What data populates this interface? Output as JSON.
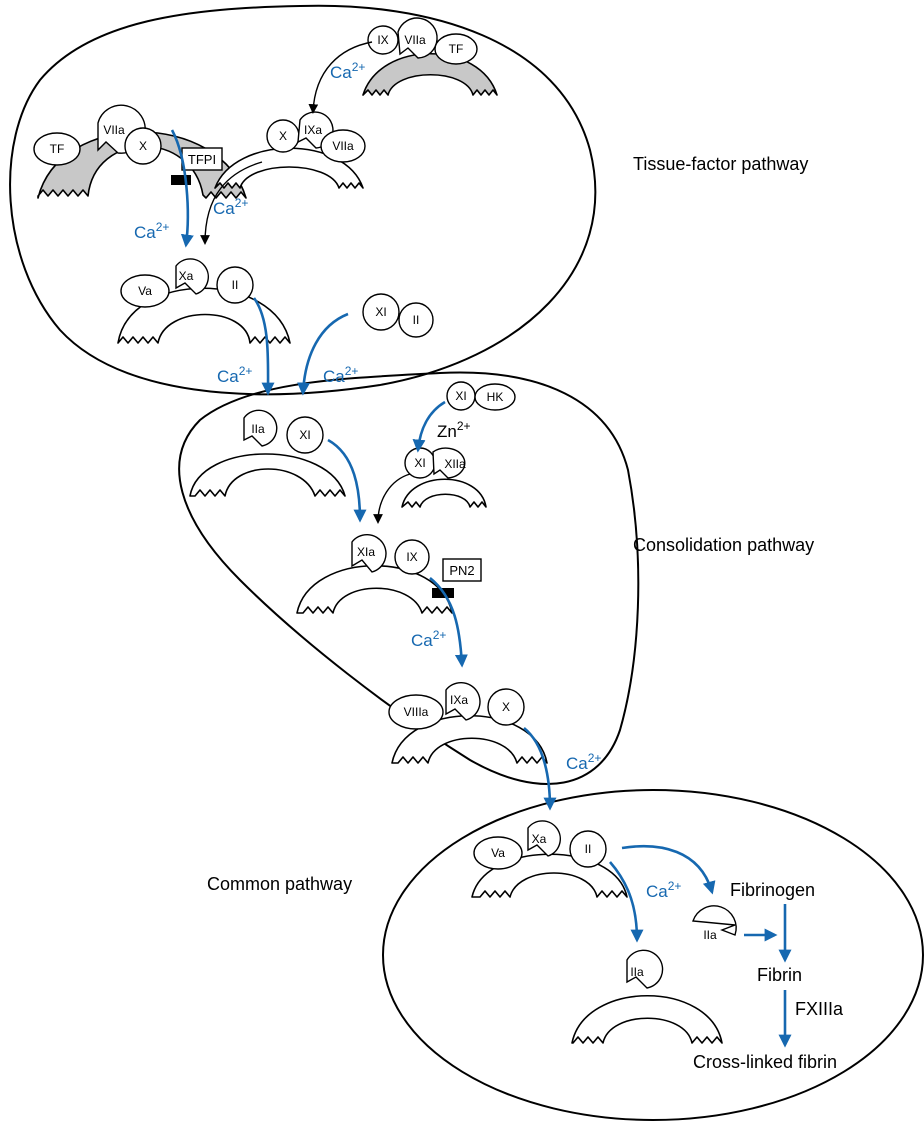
{
  "regions": {
    "tissue_factor": "Tissue-factor pathway",
    "consolidation": "Consolidation pathway",
    "common": "Common pathway"
  },
  "factors": {
    "TF": "TF",
    "VIIa": "VIIa",
    "X": "X",
    "IX": "IX",
    "IXa": "IXa",
    "Xa": "Xa",
    "Va": "Va",
    "II": "II",
    "XI": "XI",
    "IIa": "IIa",
    "HK": "HK",
    "XIa": "XIa",
    "XIIa": "XIIa",
    "VIIIa": "VIIIa"
  },
  "inhibitors": {
    "tfpi": "TFPI",
    "pn2": "PN2"
  },
  "ions": {
    "ca_base": "Ca",
    "ca_sup": "2+",
    "zn_base": "Zn",
    "zn_sup": "2+"
  },
  "products": {
    "fibrinogen": "Fibrinogen",
    "fibrin": "Fibrin",
    "fxiiia": "FXIIIa",
    "crosslinked": "Cross-linked fibrin"
  },
  "colors": {
    "activation_arrow": "#1668b0",
    "tf_membrane": "#c8c8c8"
  }
}
